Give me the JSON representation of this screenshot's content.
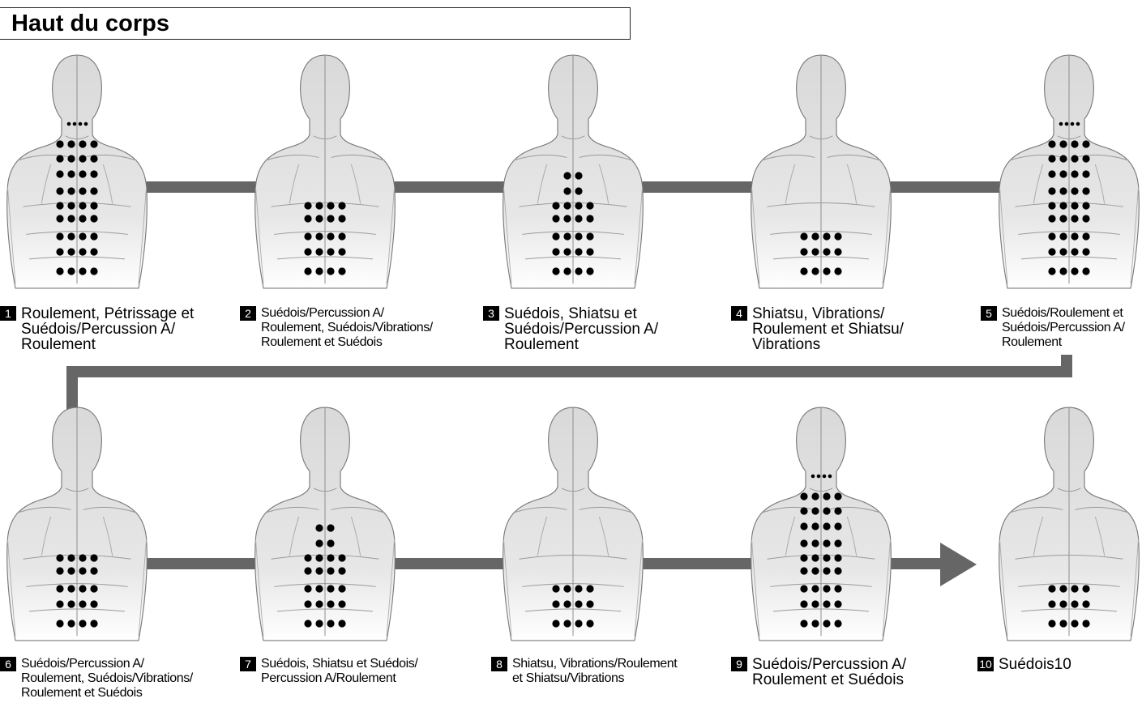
{
  "title": "Haut du corps",
  "colors": {
    "figure_fill": "#e4e4e4",
    "figure_outline": "#7a7a7a",
    "connector": "#666666",
    "dot": "#000000",
    "badge": "#000000"
  },
  "steps": [
    {
      "num": "1",
      "label": "Roulement, Pétrissage et\nSuédois/Percussion A/\nRoulement",
      "size": "lg"
    },
    {
      "num": "2",
      "label": "Suédois/Percussion A/\nRoulement, Suédois/Vibrations/\nRoulement et Suédois",
      "size": "sm"
    },
    {
      "num": "3",
      "label": "Suédois, Shiatsu et\nSuédois/Percussion A/\nRoulement",
      "size": "lg"
    },
    {
      "num": "4",
      "label": "Shiatsu, Vibrations/\nRoulement et Shiatsu/\nVibrations",
      "size": "lg"
    },
    {
      "num": "5",
      "label": "Suédois/Roulement et\nSuédois/Percussion A/\nRoulement",
      "size": "sm"
    },
    {
      "num": "6",
      "label": "Suédois/Percussion A/\nRoulement, Suédois/Vibrations/\nRoulement et Suédois",
      "size": "sm"
    },
    {
      "num": "7",
      "label": "Suédois, Shiatsu et Suédois/\nPercussion A/Roulement",
      "size": "sm"
    },
    {
      "num": "8",
      "label": "Shiatsu, Vibrations/Roulement\net Shiatsu/Vibrations",
      "size": "sm"
    },
    {
      "num": "9",
      "label": "Suédois/Percussion A/\nRoulement et Suédois",
      "size": "lg"
    },
    {
      "num": "10",
      "label": "Suédois10",
      "size": "lg"
    }
  ],
  "figure_zones": [
    [
      "neck",
      "upper",
      "middle",
      "lower"
    ],
    [
      "middle",
      "lower"
    ],
    [
      "center",
      "middle",
      "lower"
    ],
    [
      "lower"
    ],
    [
      "neck",
      "upper",
      "middle",
      "lower"
    ],
    [
      "middle",
      "lower"
    ],
    [
      "center",
      "middle",
      "lower"
    ],
    [
      "lower"
    ],
    [
      "neck",
      "upper",
      "middle",
      "lower"
    ],
    [
      "lower"
    ]
  ]
}
